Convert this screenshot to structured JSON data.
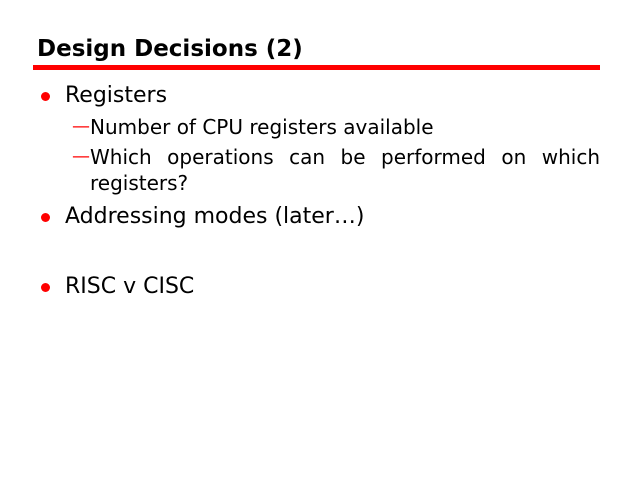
{
  "slide": {
    "title": "Design Decisions (2)",
    "sub_marker": "—",
    "colors": {
      "accent": "#ff0000",
      "text": "#000000",
      "background": "#ffffff"
    },
    "bullets": [
      {
        "text": "Registers",
        "children": [
          "Number of CPU registers available",
          "Which operations can be performed on which registers?"
        ]
      },
      {
        "text": "Addressing modes (later…)",
        "children": []
      },
      {
        "text": "RISC v CISC",
        "children": []
      }
    ]
  }
}
